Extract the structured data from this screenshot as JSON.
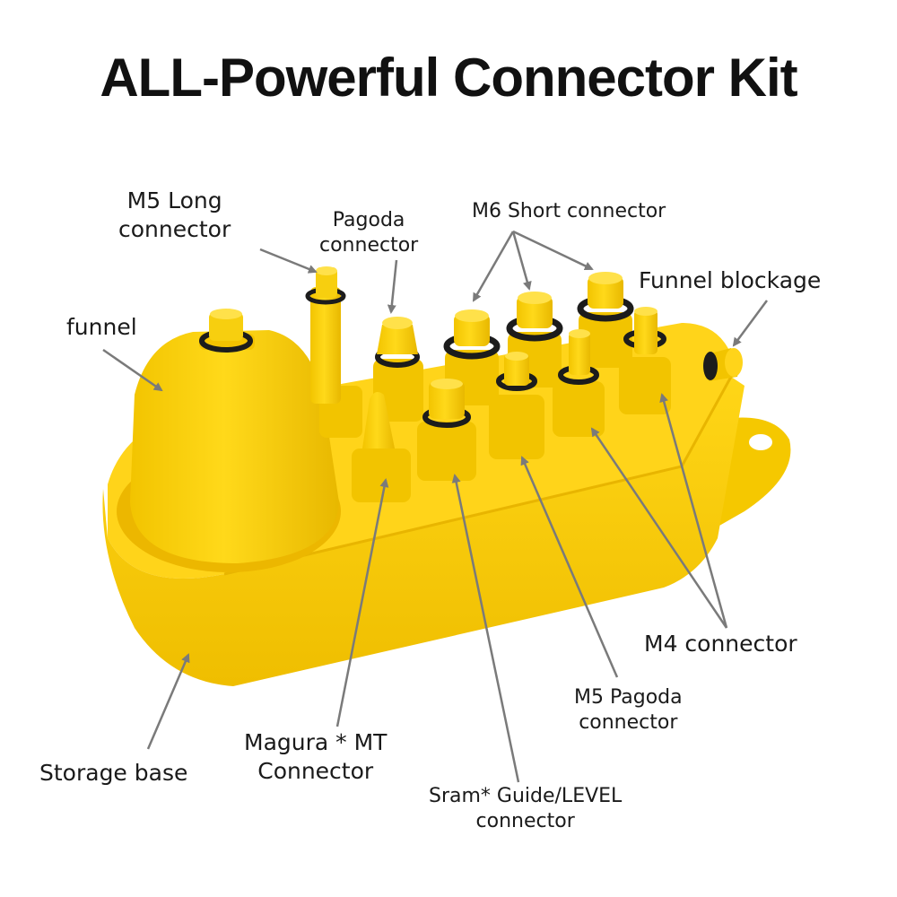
{
  "title": "ALL-Powerful Connector Kit",
  "colors": {
    "plastic": "#f7cf0f",
    "plastic_shadow": "#e0ad00",
    "plastic_highlight": "#ffe45a",
    "oring": "#1c1c1c",
    "arrow": "#7a7a7a",
    "text": "#1a1a1a"
  },
  "labels": {
    "m5_long": [
      "M5 Long",
      "connector"
    ],
    "pagoda": [
      "Pagoda",
      "connector"
    ],
    "m6_short": "M6 Short connector",
    "funnel_blockage": "Funnel blockage",
    "funnel": "funnel",
    "m4": "M4 connector",
    "m5_pagoda": [
      "M5 Pagoda",
      "connector"
    ],
    "magura": [
      "Magura * MT",
      "Connector"
    ],
    "storage_base": "Storage base",
    "sram": [
      "Sram* Guide/LEVEL",
      "connector"
    ]
  }
}
